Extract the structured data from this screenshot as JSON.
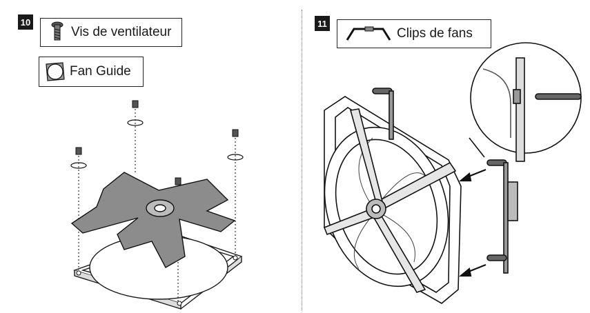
{
  "step10": {
    "number": "10",
    "parts": [
      {
        "label": "Vis de ventilateur",
        "icon": "screw-icon"
      },
      {
        "label": "Fan Guide",
        "icon": "fan-guide-icon"
      }
    ]
  },
  "step11": {
    "number": "11",
    "parts": [
      {
        "label": "Clips de fans",
        "icon": "fan-clip-icon"
      }
    ]
  },
  "colors": {
    "ink": "#1a1a1a",
    "shade": "#8c8c8c",
    "light_shade": "#d9d9d9",
    "background": "#ffffff"
  }
}
